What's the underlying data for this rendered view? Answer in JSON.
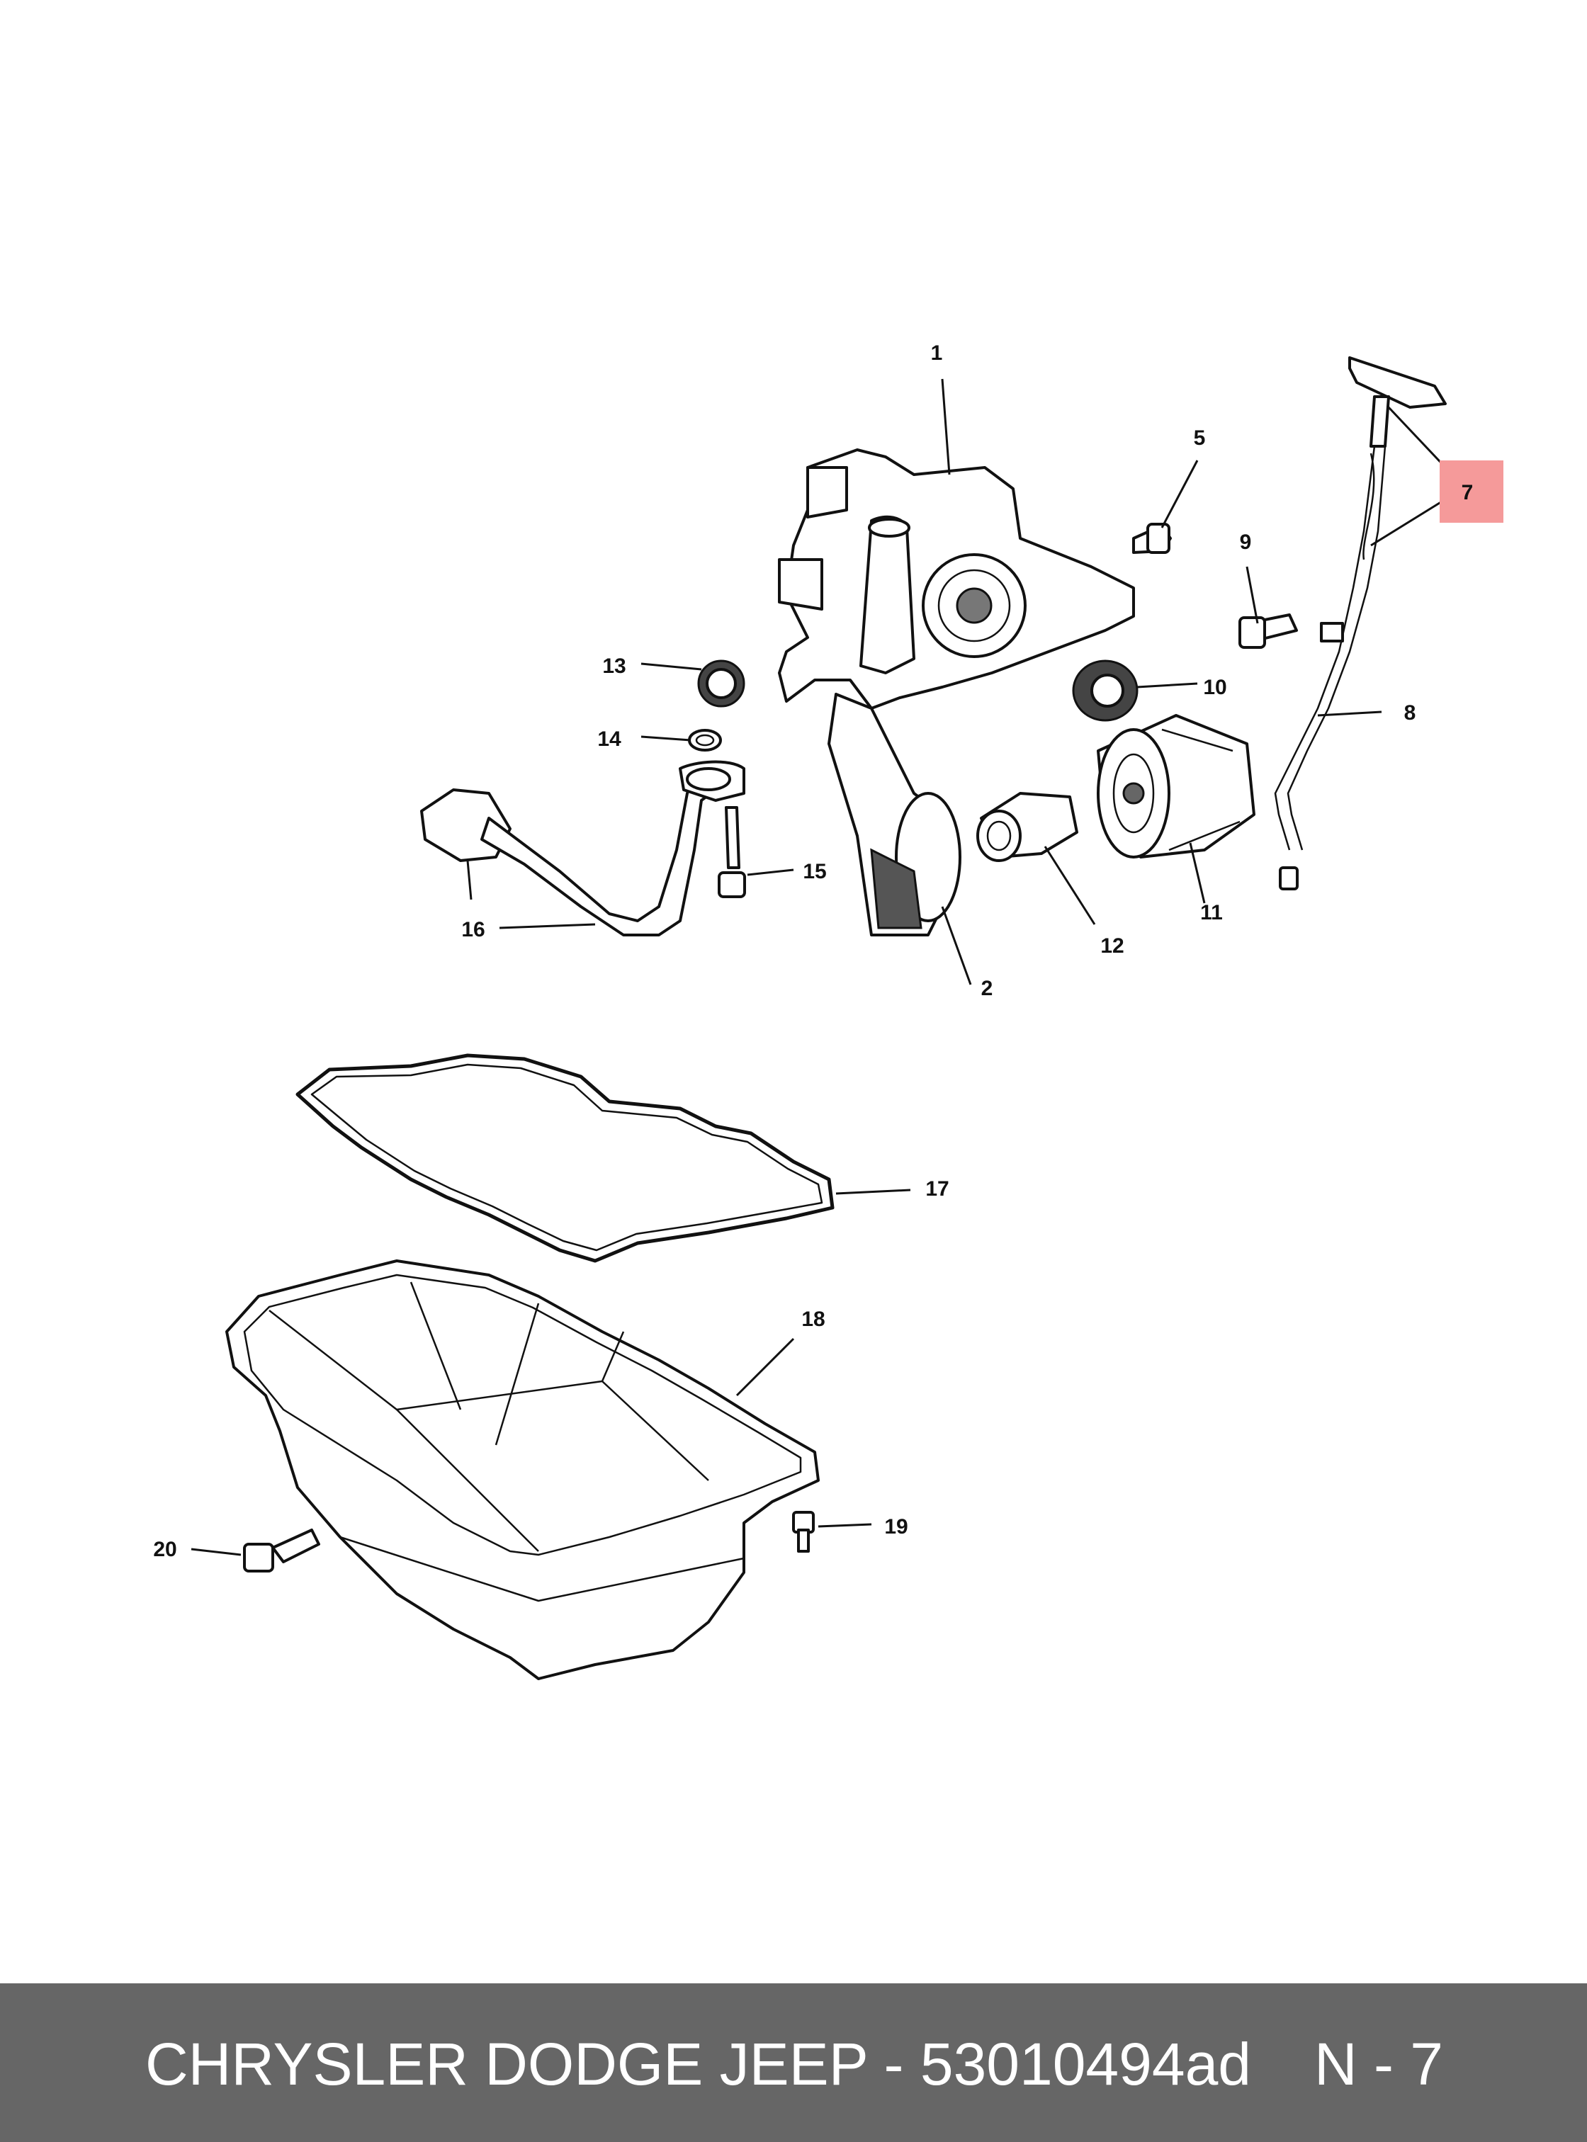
{
  "diagram": {
    "callouts": [
      {
        "id": "1",
        "label": "1"
      },
      {
        "id": "2",
        "label": "2"
      },
      {
        "id": "5",
        "label": "5"
      },
      {
        "id": "7",
        "label": "7"
      },
      {
        "id": "8",
        "label": "8"
      },
      {
        "id": "9",
        "label": "9"
      },
      {
        "id": "10",
        "label": "10"
      },
      {
        "id": "11",
        "label": "11"
      },
      {
        "id": "12",
        "label": "12"
      },
      {
        "id": "13",
        "label": "13"
      },
      {
        "id": "14",
        "label": "14"
      },
      {
        "id": "15",
        "label": "15"
      },
      {
        "id": "16",
        "label": "16"
      },
      {
        "id": "17",
        "label": "17"
      },
      {
        "id": "18",
        "label": "18"
      },
      {
        "id": "19",
        "label": "19"
      },
      {
        "id": "20",
        "label": "20"
      }
    ],
    "highlight_color": "#f59a9a"
  },
  "footer": {
    "title": "CHRYSLER DODGE JEEP - 53010494ad",
    "code": "N - 7",
    "background": "#666666"
  }
}
